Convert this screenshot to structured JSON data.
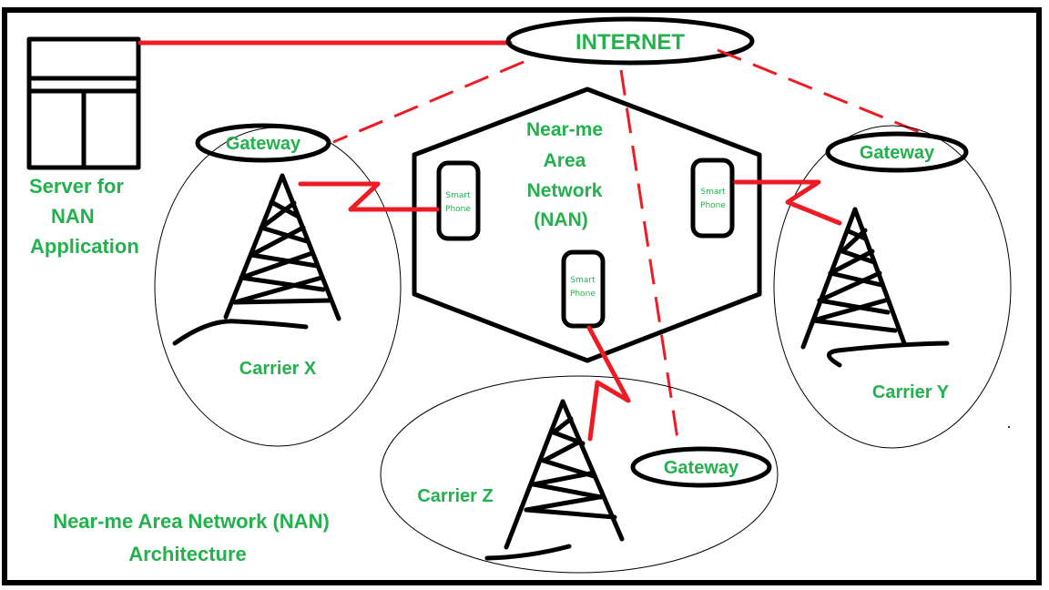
{
  "title": "Near-me Area Network (NAN) Architecture",
  "caption": {
    "line1": "Near-me Area Network (NAN)",
    "line2": "Architecture"
  },
  "internet": {
    "label": "INTERNET"
  },
  "server": {
    "line1": "Server for",
    "line2": "NAN",
    "line3": "Application"
  },
  "nan": {
    "line1": "Near-me",
    "line2": "Area",
    "line3": "Network",
    "line4": "(NAN)"
  },
  "smartphones": [
    {
      "line1": "Smart",
      "line2": "Phone"
    },
    {
      "line1": "Smart",
      "line2": "Phone"
    },
    {
      "line1": "Smart",
      "line2": "Phone"
    }
  ],
  "carriers": [
    {
      "label": "Carrier X",
      "gateway": "Gateway"
    },
    {
      "label": "Carrier Y",
      "gateway": "Gateway"
    },
    {
      "label": "Carrier Z",
      "gateway": "Gateway"
    }
  ],
  "colors": {
    "label": "#22b14c",
    "link": "#ed1c24",
    "stroke": "#000000"
  }
}
